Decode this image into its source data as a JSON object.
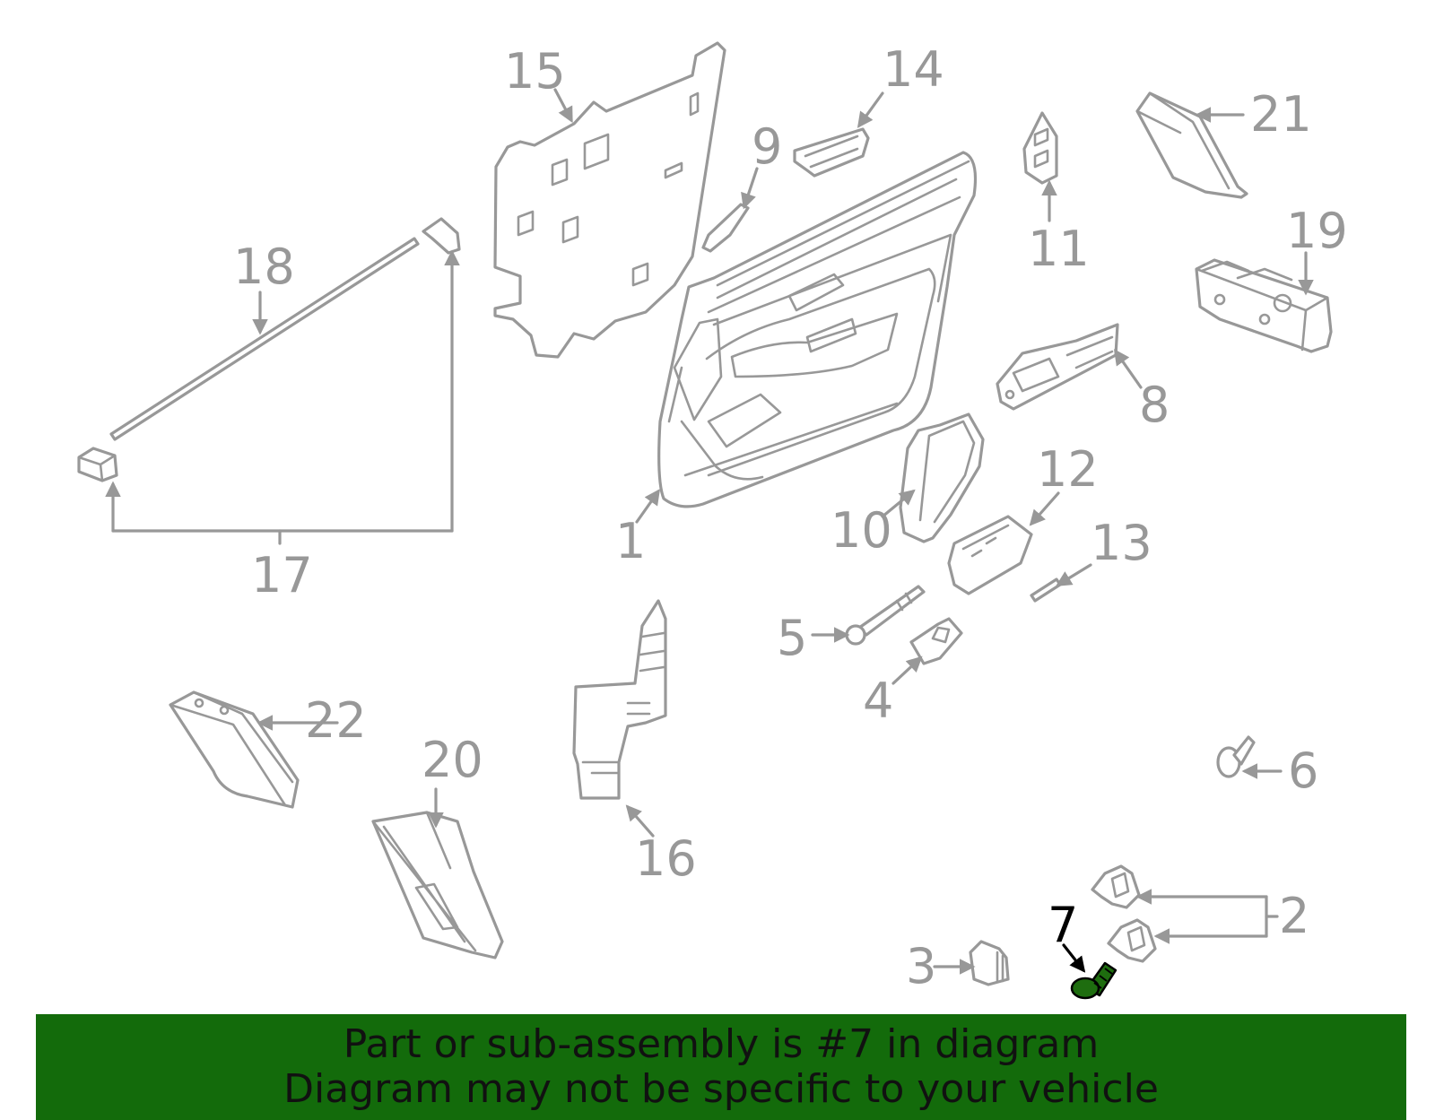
{
  "diagram": {
    "callouts": [
      "1",
      "2",
      "3",
      "4",
      "5",
      "6",
      "7",
      "8",
      "9",
      "10",
      "11",
      "12",
      "13",
      "14",
      "15",
      "16",
      "17",
      "18",
      "19",
      "20",
      "21",
      "22"
    ],
    "highlighted_part": "7",
    "colors": {
      "part_stroke": "#989898",
      "highlight": "#1e6d0f",
      "banner_bg": "#136b0b",
      "banner_text": "#111111"
    }
  },
  "banner": {
    "line1": "Part or sub-assembly is #7 in diagram",
    "line2": "Diagram may not be specific to your vehicle"
  }
}
